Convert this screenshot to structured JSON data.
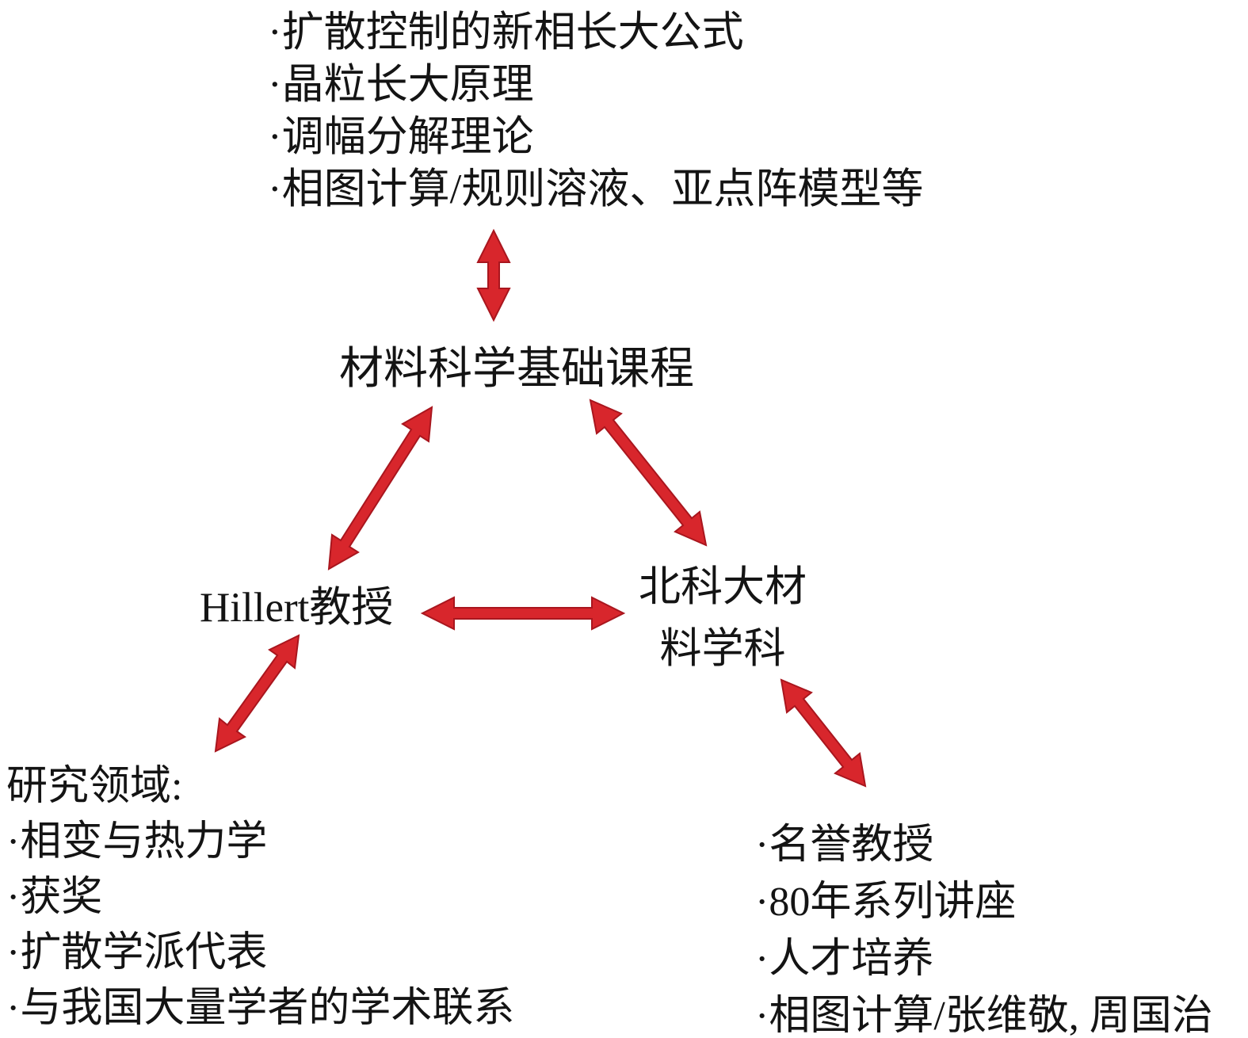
{
  "diagram": {
    "title": "Hillert relationship triangle diagram",
    "background": "#ffffff",
    "text_color": "#141414",
    "arrow_color": "#d8262c",
    "arrow_edge_color": "#a9161e"
  },
  "nodes": {
    "course": {
      "label": "材料科学基础课程"
    },
    "hillert": {
      "label": "Hillert教授"
    },
    "ustb": {
      "label_line1": "北科大材",
      "label_line2": "料学科"
    }
  },
  "top_list": {
    "items": [
      "·扩散控制的新相长大公式",
      "·晶粒长大原理",
      "·调幅分解理论",
      "·相图计算/规则溶液、亚点阵模型等"
    ]
  },
  "research_list": {
    "heading": "研究领域:",
    "items": [
      "·相变与热力学",
      "·获奖",
      "·扩散学派代表",
      "·与我国大量学者的学术联系"
    ]
  },
  "ustb_list": {
    "items": [
      "·名誉教授",
      "·80年系列讲座",
      "·人才培养",
      "·相图计算/张维敬, 周国治"
    ]
  },
  "edges": [
    {
      "from": "course-topics-list",
      "to": "course-node",
      "type": "double-arrow"
    },
    {
      "from": "course-node",
      "to": "hillert-node",
      "type": "double-arrow"
    },
    {
      "from": "course-node",
      "to": "ustb-node",
      "type": "double-arrow"
    },
    {
      "from": "hillert-node",
      "to": "ustb-node",
      "type": "double-arrow"
    },
    {
      "from": "hillert-node",
      "to": "research-list",
      "type": "double-arrow"
    },
    {
      "from": "ustb-node",
      "to": "ustb-contributions-list",
      "type": "double-arrow"
    }
  ]
}
